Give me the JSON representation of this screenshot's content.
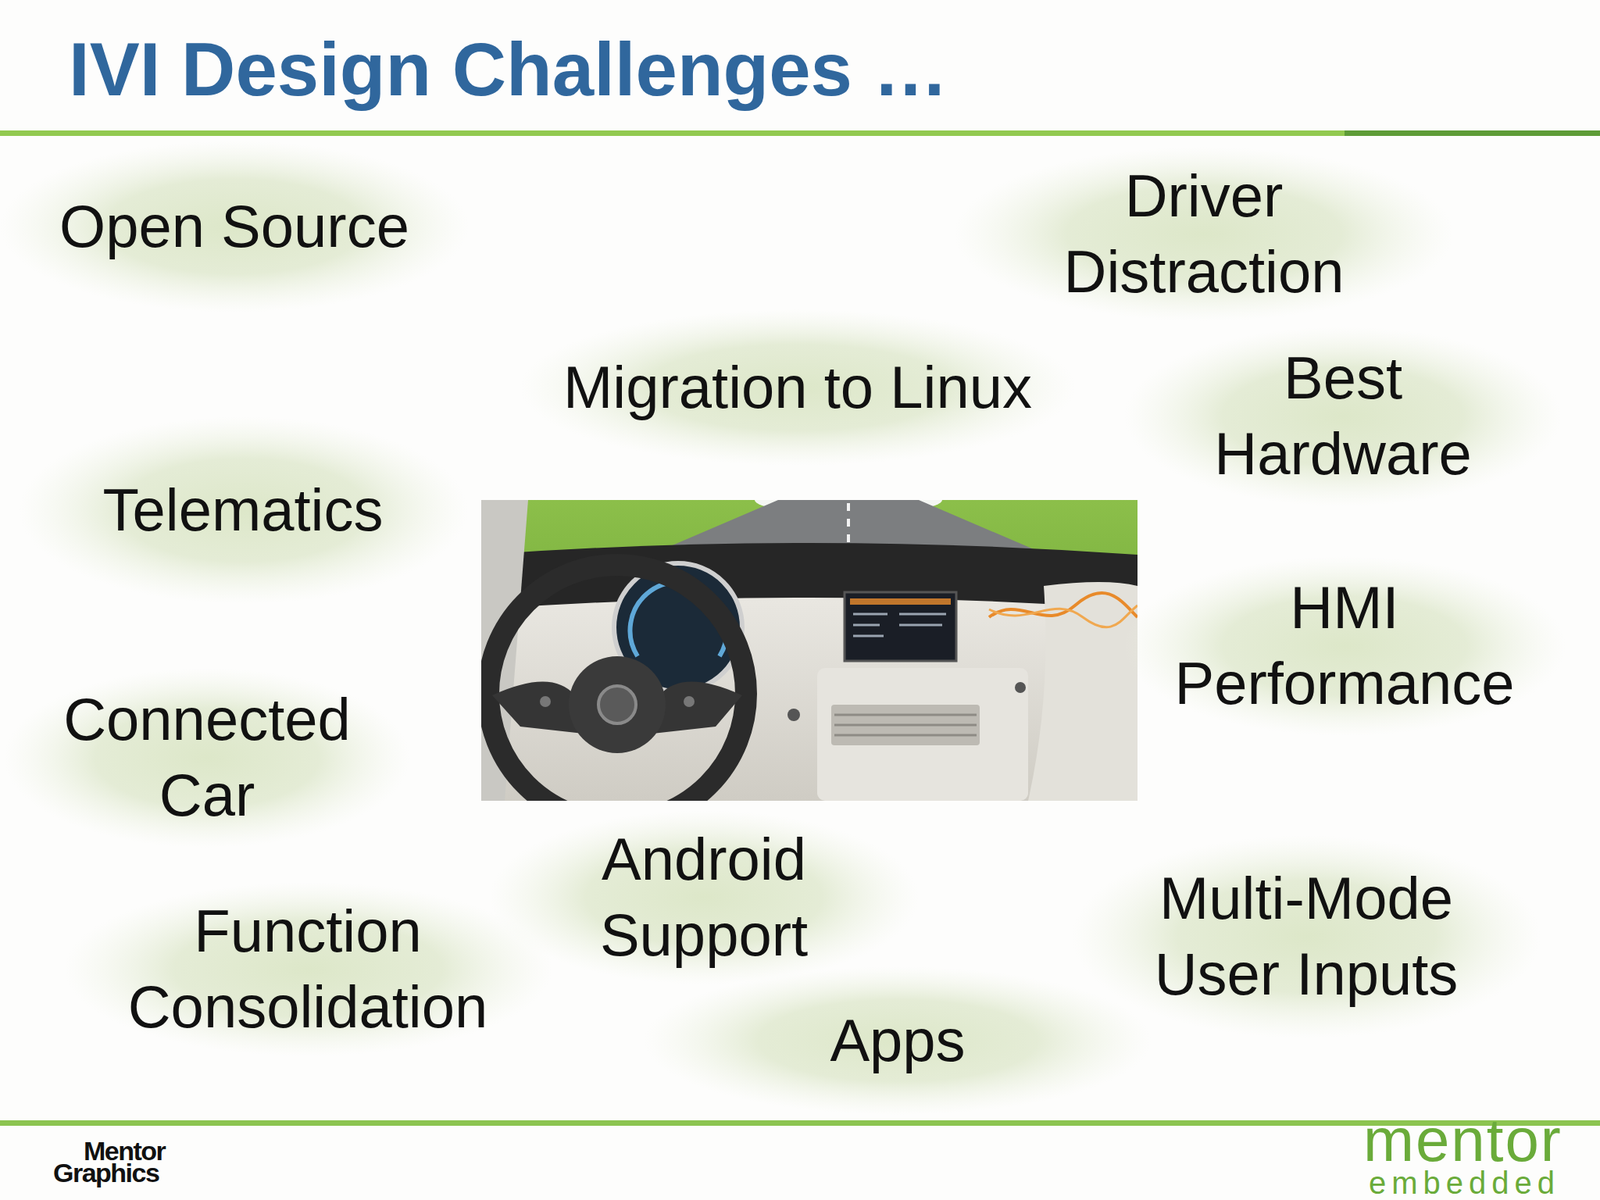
{
  "diagram": {
    "title": "IVI Design Challenges …",
    "nodes": [
      {
        "text": [
          "Open Source"
        ]
      },
      {
        "text": [
          "Driver Distraction"
        ]
      },
      {
        "text": [
          "Migration to Linux"
        ]
      },
      {
        "text": [
          "Best Hardware"
        ]
      },
      {
        "text": [
          "Telematics"
        ]
      },
      {
        "text": [
          "HMI Performance"
        ]
      },
      {
        "text": [
          "Connected Car"
        ]
      },
      {
        "text": [
          "Android Support"
        ]
      },
      {
        "text": [
          "Multi-Mode User Inputs"
        ]
      },
      {
        "text": [
          "Function Consolidation"
        ]
      },
      {
        "text": [
          "Apps"
        ]
      }
    ],
    "labels": [
      "Mentor",
      "Graphics",
      "mentor",
      "embedded"
    ]
  }
}
